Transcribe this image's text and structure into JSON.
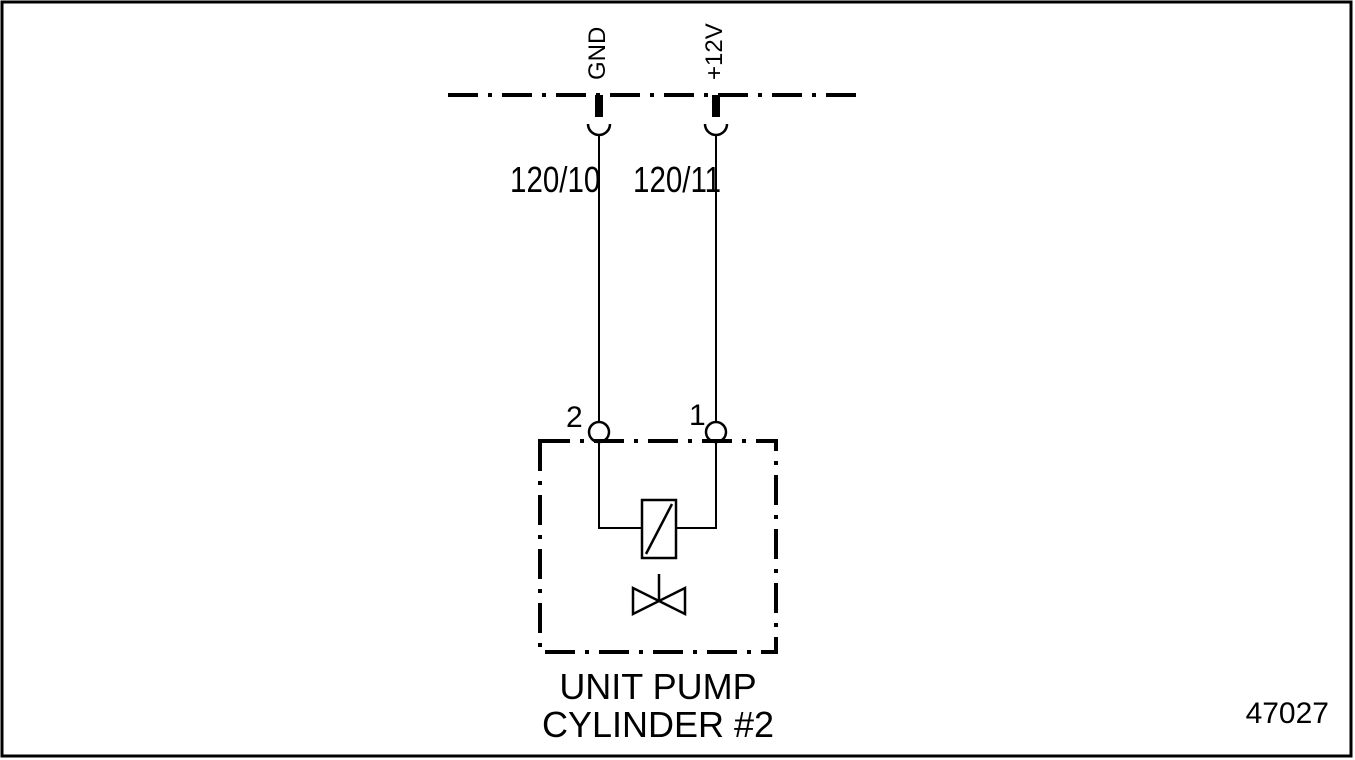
{
  "bus": {
    "gnd_label": "GND",
    "v12_label": "+12V"
  },
  "wires": {
    "left_id": "120/10",
    "right_id": "120/11"
  },
  "pins": {
    "left": "2",
    "right": "1"
  },
  "component": {
    "line1": "UNIT PUMP",
    "line2": "CYLINDER #2"
  },
  "figure_number": "47027",
  "colors": {
    "ink": "#000000",
    "background": "#ffffff"
  }
}
